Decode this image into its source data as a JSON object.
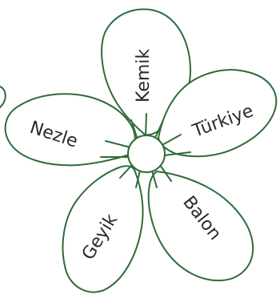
{
  "flower": {
    "colors": {
      "outline": "#2f6b3a",
      "text": "#2a2a2a",
      "background": "#ffffff"
    },
    "petals": [
      {
        "id": "top",
        "word": "Kemik"
      },
      {
        "id": "right",
        "word": "Türkiye"
      },
      {
        "id": "left",
        "word": "Nezle"
      },
      {
        "id": "bottom-left",
        "word": "Geyik"
      },
      {
        "id": "bottom-right",
        "word": "Balon"
      }
    ]
  }
}
